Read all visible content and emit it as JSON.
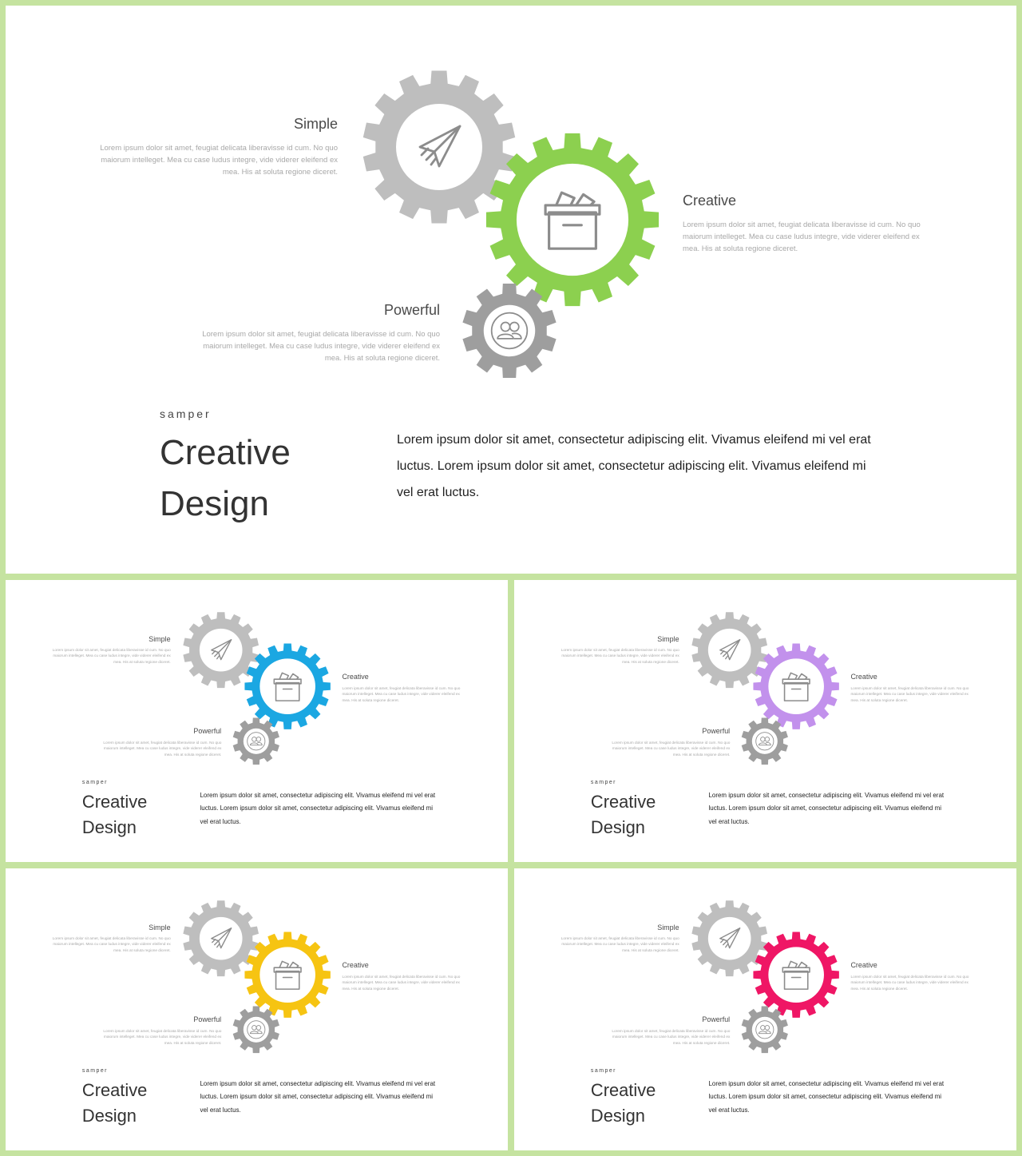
{
  "colors": {
    "frame": "#c5e3a0",
    "gear_gray": "#bebebe",
    "gear_dark_gray": "#9e9e9e",
    "icon_stroke": "#8c8c8c"
  },
  "slides": [
    {
      "accent": "#8cd04f",
      "features": {
        "simple": {
          "title": "Simple",
          "desc": "Lorem ipsum dolor sit amet, feugiat delicata liberavisse id cum. No quo maiorum intelleget. Mea cu case ludus integre, vide viderer eleifend ex mea. His at soluta regione diceret."
        },
        "creative": {
          "title": "Creative",
          "desc": "Lorem ipsum dolor sit amet, feugiat delicata liberavisse id cum. No quo maiorum intelleget. Mea cu case ludus integre, vide viderer eleifend ex mea. His at soluta regione diceret."
        },
        "powerful": {
          "title": "Powerful",
          "desc": "Lorem ipsum dolor sit amet, feugiat delicata liberavisse id cum. No quo maiorum intelleget. Mea cu case ludus integre, vide viderer eleifend ex mea. His at soluta regione diceret."
        }
      },
      "kicker": "samper",
      "heading_line1": "Creative",
      "heading_line2": "Design",
      "body": "Lorem ipsum dolor sit amet, consectetur adipiscing elit.  Vivamus eleifend mi vel erat luctus. Lorem ipsum dolor sit amet, consectetur adipiscing elit.  Vivamus eleifend mi vel erat luctus."
    },
    {
      "accent": "#1ba7e2",
      "features": {
        "simple": {
          "title": "Simple",
          "desc": "Lorem ipsum dolor sit amet, feugiat delicata liberavisse id cum. No quo maiorum intelleget. Mea cu case ludus integre, vide viderer eleifend ex mea. His at soluta regione diceret."
        },
        "creative": {
          "title": "Creative",
          "desc": "Lorem ipsum dolor sit amet, feugiat delicata liberavisse id cum. No quo maiorum intelleget. Mea cu case ludus integre, vide viderer eleifend ex mea. His at soluta regione diceret."
        },
        "powerful": {
          "title": "Powerful",
          "desc": "Lorem ipsum dolor sit amet, feugiat delicata liberavisse id cum. No quo maiorum intelleget. Mea cu case ludus integre, vide viderer eleifend ex mea. His at soluta regione diceret."
        }
      },
      "kicker": "samper",
      "heading_line1": "Creative",
      "heading_line2": "Design",
      "body": "Lorem ipsum dolor sit amet, consectetur adipiscing elit.  Vivamus eleifend mi vel erat luctus. Lorem ipsum dolor sit amet, consectetur adipiscing elit.  Vivamus eleifend mi vel erat luctus."
    },
    {
      "accent": "#c291ec",
      "features": {
        "simple": {
          "title": "Simple",
          "desc": "Lorem ipsum dolor sit amet, feugiat delicata liberavisse id cum. No quo maiorum intelleget. Mea cu case ludus integre, vide viderer eleifend ex mea. His at soluta regione diceret."
        },
        "creative": {
          "title": "Creative",
          "desc": "Lorem ipsum dolor sit amet, feugiat delicata liberavisse id cum. No quo maiorum intelleget. Mea cu case ludus integre, vide viderer eleifend ex mea. His at soluta regione diceret."
        },
        "powerful": {
          "title": "Powerful",
          "desc": "Lorem ipsum dolor sit amet, feugiat delicata liberavisse id cum. No quo maiorum intelleget. Mea cu case ludus integre, vide viderer eleifend ex mea. His at soluta regione diceret."
        }
      },
      "kicker": "samper",
      "heading_line1": "Creative",
      "heading_line2": "Design",
      "body": "Lorem ipsum dolor sit amet, consectetur adipiscing elit.  Vivamus eleifend mi vel erat luctus. Lorem ipsum dolor sit amet, consectetur adipiscing elit.  Vivamus eleifend mi vel erat luctus."
    },
    {
      "accent": "#f6c412",
      "features": {
        "simple": {
          "title": "Simple",
          "desc": "Lorem ipsum dolor sit amet, feugiat delicata liberavisse id cum. No quo maiorum intelleget. Mea cu case ludus integre, vide viderer eleifend ex mea. His at soluta regione diceret."
        },
        "creative": {
          "title": "Creative",
          "desc": "Lorem ipsum dolor sit amet, feugiat delicata liberavisse id cum. No quo maiorum intelleget. Mea cu case ludus integre, vide viderer eleifend ex mea. His at soluta regione diceret."
        },
        "powerful": {
          "title": "Powerful",
          "desc": "Lorem ipsum dolor sit amet, feugiat delicata liberavisse id cum. No quo maiorum intelleget. Mea cu case ludus integre, vide viderer eleifend ex mea. His at soluta regione diceret."
        }
      },
      "kicker": "samper",
      "heading_line1": "Creative",
      "heading_line2": "Design",
      "body": "Lorem ipsum dolor sit amet, consectetur adipiscing elit.  Vivamus eleifend mi vel erat luctus. Lorem ipsum dolor sit amet, consectetur adipiscing elit.  Vivamus eleifend mi vel erat luctus."
    },
    {
      "accent": "#ef1665",
      "features": {
        "simple": {
          "title": "Simple",
          "desc": "Lorem ipsum dolor sit amet, feugiat delicata liberavisse id cum. No quo maiorum intelleget. Mea cu case ludus integre, vide viderer eleifend ex mea. His at soluta regione diceret."
        },
        "creative": {
          "title": "Creative",
          "desc": "Lorem ipsum dolor sit amet, feugiat delicata liberavisse id cum. No quo maiorum intelleget. Mea cu case ludus integre, vide viderer eleifend ex mea. His at soluta regione diceret."
        },
        "powerful": {
          "title": "Powerful",
          "desc": "Lorem ipsum dolor sit amet, feugiat delicata liberavisse id cum. No quo maiorum intelleget. Mea cu case ludus integre, vide viderer eleifend ex mea. His at soluta regione diceret."
        }
      },
      "kicker": "samper",
      "heading_line1": "Creative",
      "heading_line2": "Design",
      "body": "Lorem ipsum dolor sit amet, consectetur adipiscing elit.  Vivamus eleifend mi vel erat luctus. Lorem ipsum dolor sit amet, consectetur adipiscing elit.  Vivamus eleifend mi vel erat luctus."
    }
  ]
}
